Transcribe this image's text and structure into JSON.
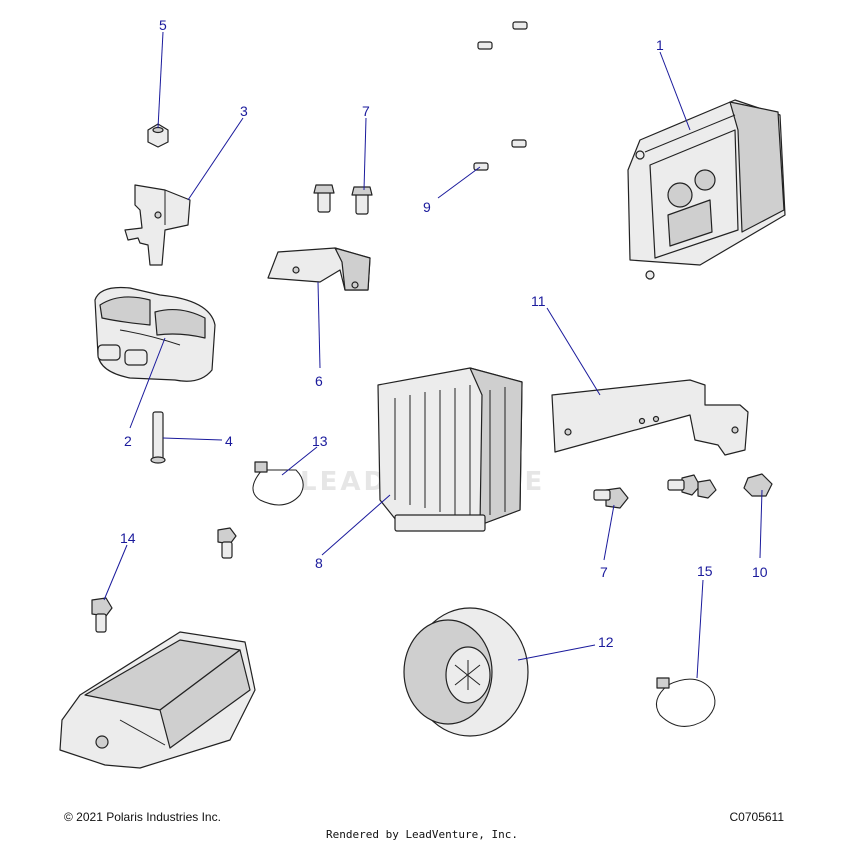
{
  "watermark": "LEADVENTURE",
  "footer": {
    "copyright": "© 2021 Polaris Industries Inc.",
    "diagram_id": "C0705611",
    "rendered_by": "Rendered by LeadVenture, Inc."
  },
  "callouts": {
    "c1": "1",
    "c2": "2",
    "c3": "3",
    "c4": "4",
    "c5": "5",
    "c6": "6",
    "c7a": "7",
    "c7b": "7",
    "c8": "8",
    "c9": "9",
    "c10": "10",
    "c11": "11",
    "c12": "12",
    "c13": "13",
    "c14": "14",
    "c15": "15"
  }
}
